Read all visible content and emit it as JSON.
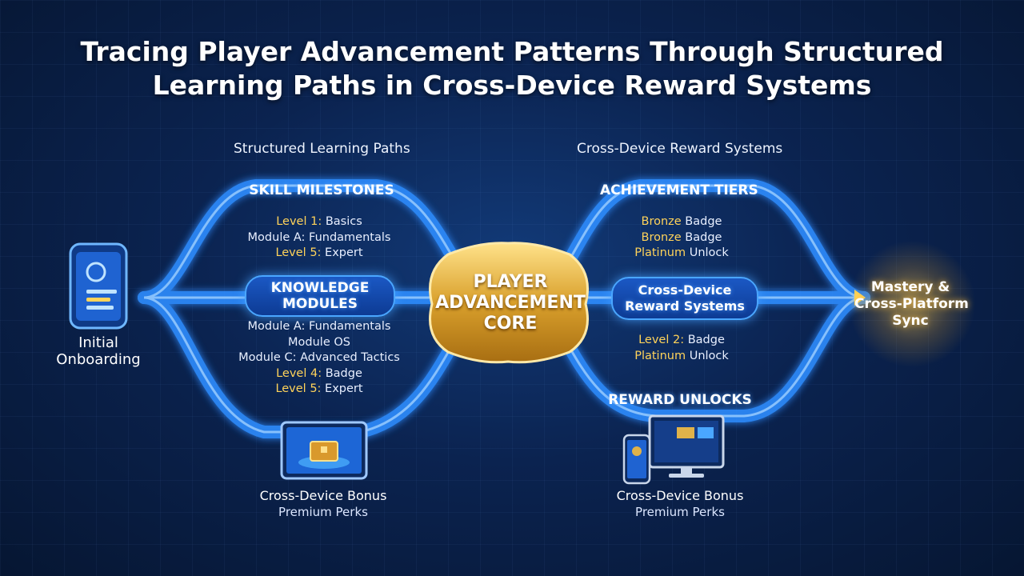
{
  "title_line1": "Tracing Player Advancement Patterns Through Structured",
  "title_line2": "Learning Paths in Cross-Device Reward Systems",
  "left_section": "Structured Learning Paths",
  "right_section": "Cross-Device Reward Systems",
  "start": {
    "line1": "Initial",
    "line2": "Onboarding",
    "icon": "smartphone-icon"
  },
  "end": {
    "line1": "Mastery &",
    "line2": "Cross-Platform",
    "line3": "Sync"
  },
  "core": {
    "line1": "PLAYER",
    "line2": "ADVANCEMENT",
    "line3": "CORE"
  },
  "skill_milestones": {
    "label": "SKILL MILESTONES",
    "items": [
      {
        "key": "Level 1:",
        "text": " Basics"
      },
      {
        "key": "",
        "text": "Module A: Fundamentals"
      },
      {
        "key": "Level 5:",
        "text": " Expert"
      }
    ]
  },
  "knowledge_modules": {
    "label_line1": "KNOWLEDGE",
    "label_line2": "MODULES",
    "items": [
      {
        "key": "",
        "text": "Module A: Fundamentals"
      },
      {
        "key": "",
        "text": "Module OS"
      },
      {
        "key": "",
        "text": "Module C: Advanced Tactics"
      },
      {
        "key": "Level 4:",
        "text": " Badge"
      },
      {
        "key": "Level 5:",
        "text": " Expert"
      }
    ]
  },
  "achievement_tiers": {
    "label": "ACHIEVEMENT TIERS",
    "items": [
      {
        "key": "Bronze",
        "text": " Badge"
      },
      {
        "key": "Bronze",
        "text": " Badge"
      },
      {
        "key": "Platinum",
        "text": " Unlock"
      }
    ]
  },
  "cross_device_rewards": {
    "label_line1": "Cross-Device",
    "label_line2": "Reward Systems",
    "items": [
      {
        "key": "Level 2:",
        "text": " Badge"
      },
      {
        "key": "Platinum",
        "text": " Unlock"
      }
    ]
  },
  "reward_unlocks": {
    "label": "REWARD UNLOCKS"
  },
  "left_bonus": {
    "line1": "Cross-Device Bonus",
    "line2": "Premium Perks",
    "icon": "treasure-chest-tablet-icon"
  },
  "right_bonus": {
    "line1": "Cross-Device Bonus",
    "line2": "Premium Perks",
    "icon": "multi-device-icon"
  },
  "colors": {
    "flow_blue": "#2f8dff",
    "gold": "#e9b43a",
    "highlight": "#ffd35a"
  }
}
